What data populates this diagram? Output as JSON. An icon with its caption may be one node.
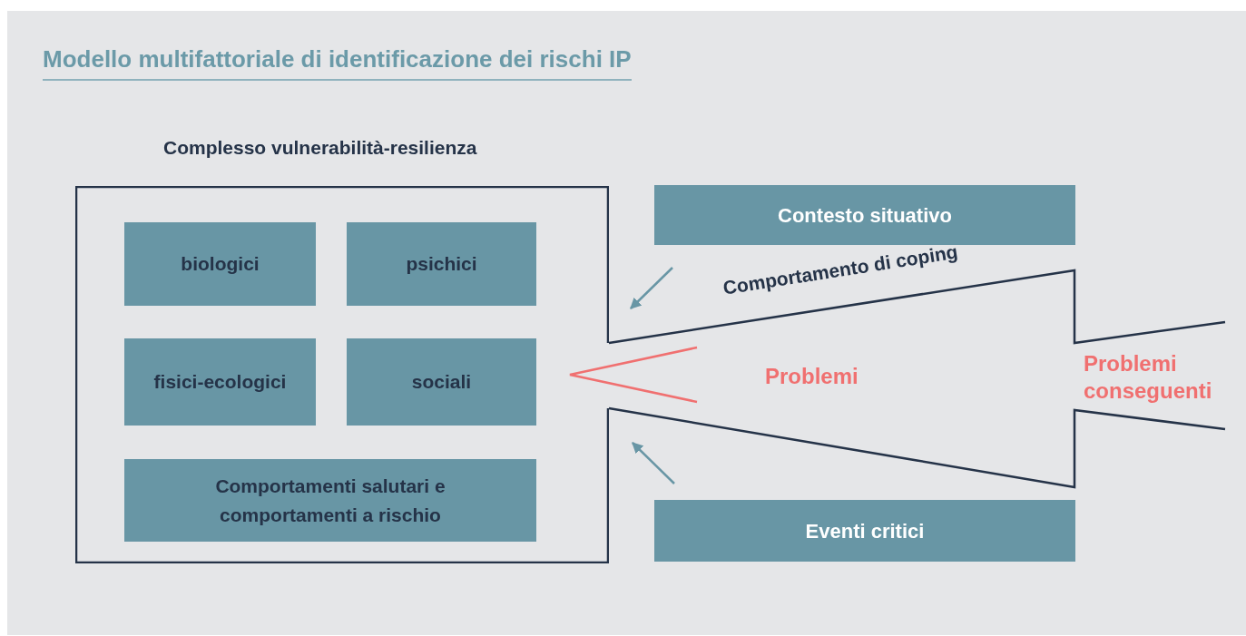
{
  "diagram": {
    "title": "Modello multifattoriale di identificazione dei rischi IP",
    "nodes": [
      {
        "text": [
          "Complesso vulnerabilità-resilienza"
        ]
      },
      {
        "text": [
          "biologici"
        ],
        "in": 0
      },
      {
        "text": [
          "psichici"
        ],
        "in": 0
      },
      {
        "text": [
          "fisici-ecologici"
        ],
        "in": 0
      },
      {
        "text": [
          "sociali"
        ],
        "in": 0
      },
      {
        "text": [
          "Comportamenti salutari e comportamenti a rischio"
        ],
        "in": 0
      },
      {
        "text": [
          "Contesto situativo"
        ]
      },
      {
        "text": [
          "Eventi critici"
        ]
      }
    ],
    "edges": [
      {
        "from": 6,
        "to": 0,
        "arrow": "to"
      },
      {
        "from": 7,
        "to": 0,
        "arrow": "to"
      }
    ],
    "labels": [
      "Comportamento di coping",
      "Problemi",
      "Problemi conseguenti"
    ]
  }
}
